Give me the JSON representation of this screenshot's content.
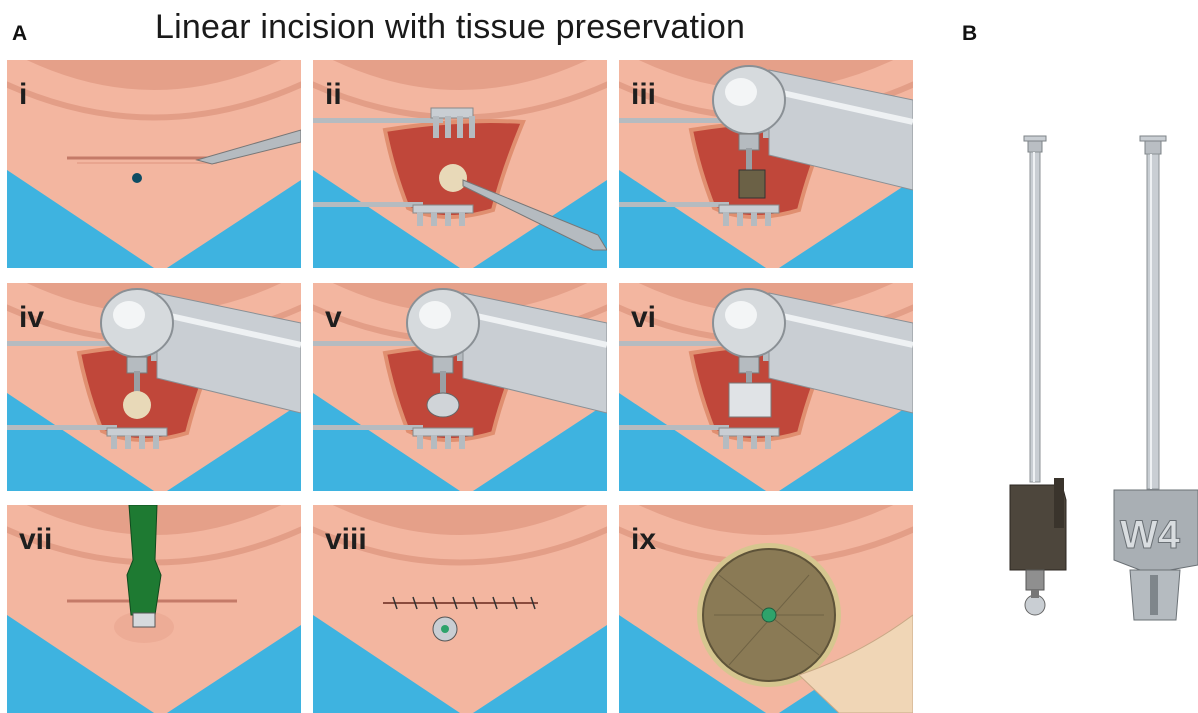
{
  "figure": {
    "panel_a_letter": "A",
    "panel_b_letter": "B",
    "title": "Linear incision with tissue preservation"
  },
  "steps": [
    {
      "label": "i",
      "content": "incision"
    },
    {
      "label": "ii",
      "content": "retractors"
    },
    {
      "label": "iii",
      "content": "drill"
    },
    {
      "label": "iv",
      "content": "drill"
    },
    {
      "label": "v",
      "content": "drill"
    },
    {
      "label": "vi",
      "content": "drill"
    },
    {
      "label": "vii",
      "content": "screwdriver"
    },
    {
      "label": "viii",
      "content": "suture"
    },
    {
      "label": "ix",
      "content": "disc"
    }
  ],
  "instruments": {
    "left": {
      "name": "dark-sleeve-drill-icon"
    },
    "right": {
      "name": "w4-drill-icon",
      "engraving": "W4"
    }
  },
  "colors": {
    "skin": "#f3b6a0",
    "skin_dark": "#d98e77",
    "drape": "#3eb3e0",
    "wound": "#c0473a",
    "metal": "#c9ced3",
    "handle_green": "#1e7a32",
    "disc": "#8a7a55"
  }
}
